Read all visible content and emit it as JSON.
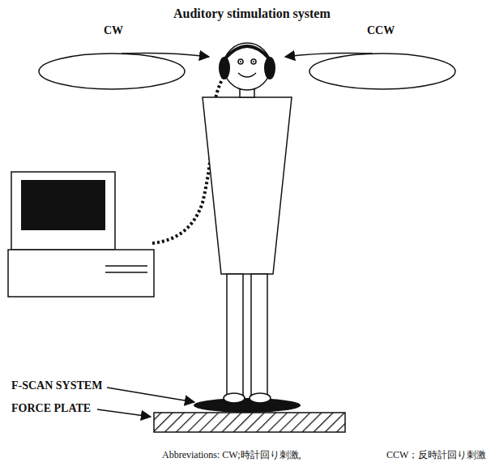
{
  "diagram": {
    "title": "Auditory stimulation system",
    "labels": [
      "CW",
      "CCW",
      "F-SCAN SYSTEM",
      "FORCE PLATE",
      "Abbreviations: CW;時計回り刺激,",
      "CCW；反時計回り刺激"
    ]
  }
}
